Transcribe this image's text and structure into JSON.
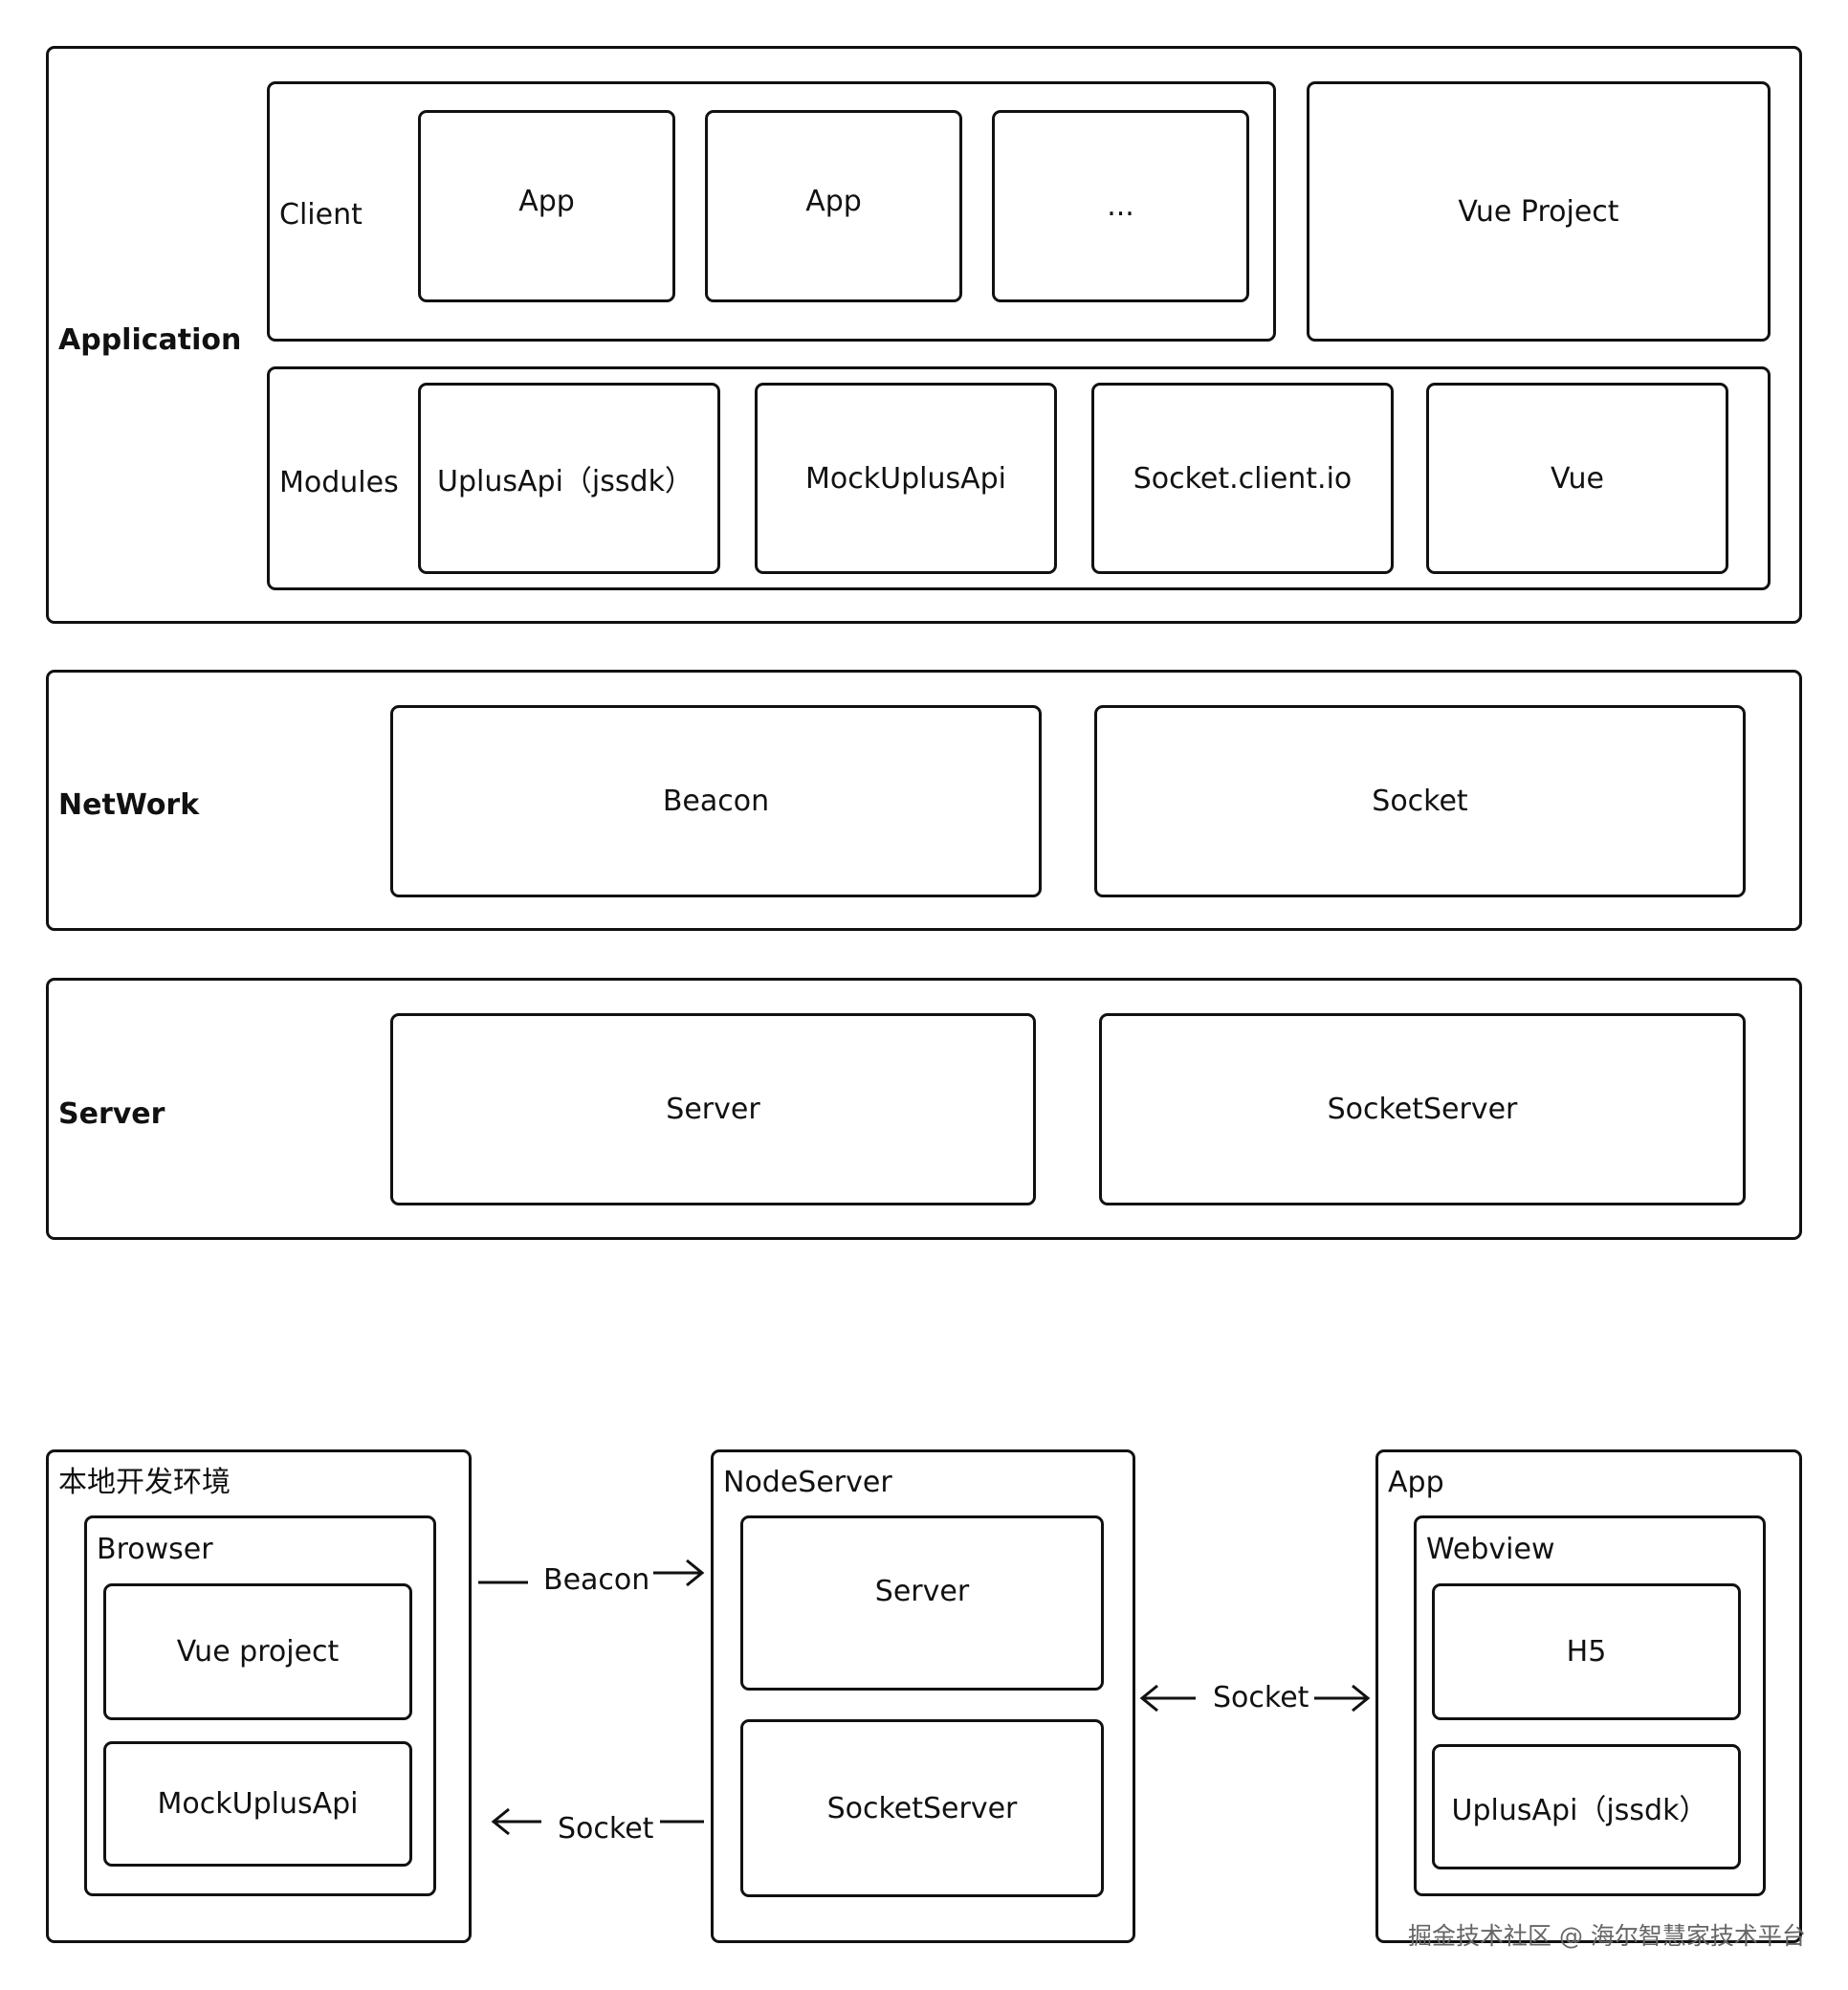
{
  "architecture": {
    "application": {
      "label": "Application",
      "client": {
        "label": "Client",
        "items": [
          "App",
          "App",
          "..."
        ]
      },
      "vue_project": "Vue Project",
      "modules": {
        "label": "Modules",
        "items": [
          "UplusApi（jssdk）",
          "MockUplusApi",
          "Socket.client.io",
          "Vue"
        ]
      }
    },
    "network": {
      "label": "NetWork",
      "items": [
        "Beacon",
        "Socket"
      ]
    },
    "server": {
      "label": "Server",
      "items": [
        "Server",
        "SocketServer"
      ]
    }
  },
  "flow": {
    "local_env": {
      "label": "本地开发环境",
      "browser": {
        "label": "Browser",
        "items": [
          "Vue project",
          "MockUplusApi"
        ]
      }
    },
    "node_server": {
      "label": "NodeServer",
      "items": [
        "Server",
        "SocketServer"
      ]
    },
    "app": {
      "label": "App",
      "webview": {
        "label": "Webview",
        "items": [
          "H5",
          "UplusApi（jssdk）"
        ]
      }
    },
    "arrows": {
      "beacon": "Beacon",
      "socket_back": "Socket",
      "socket_bidirectional": "Socket"
    }
  },
  "watermark": "掘金技术社区 @ 海尔智慧家技术平台"
}
